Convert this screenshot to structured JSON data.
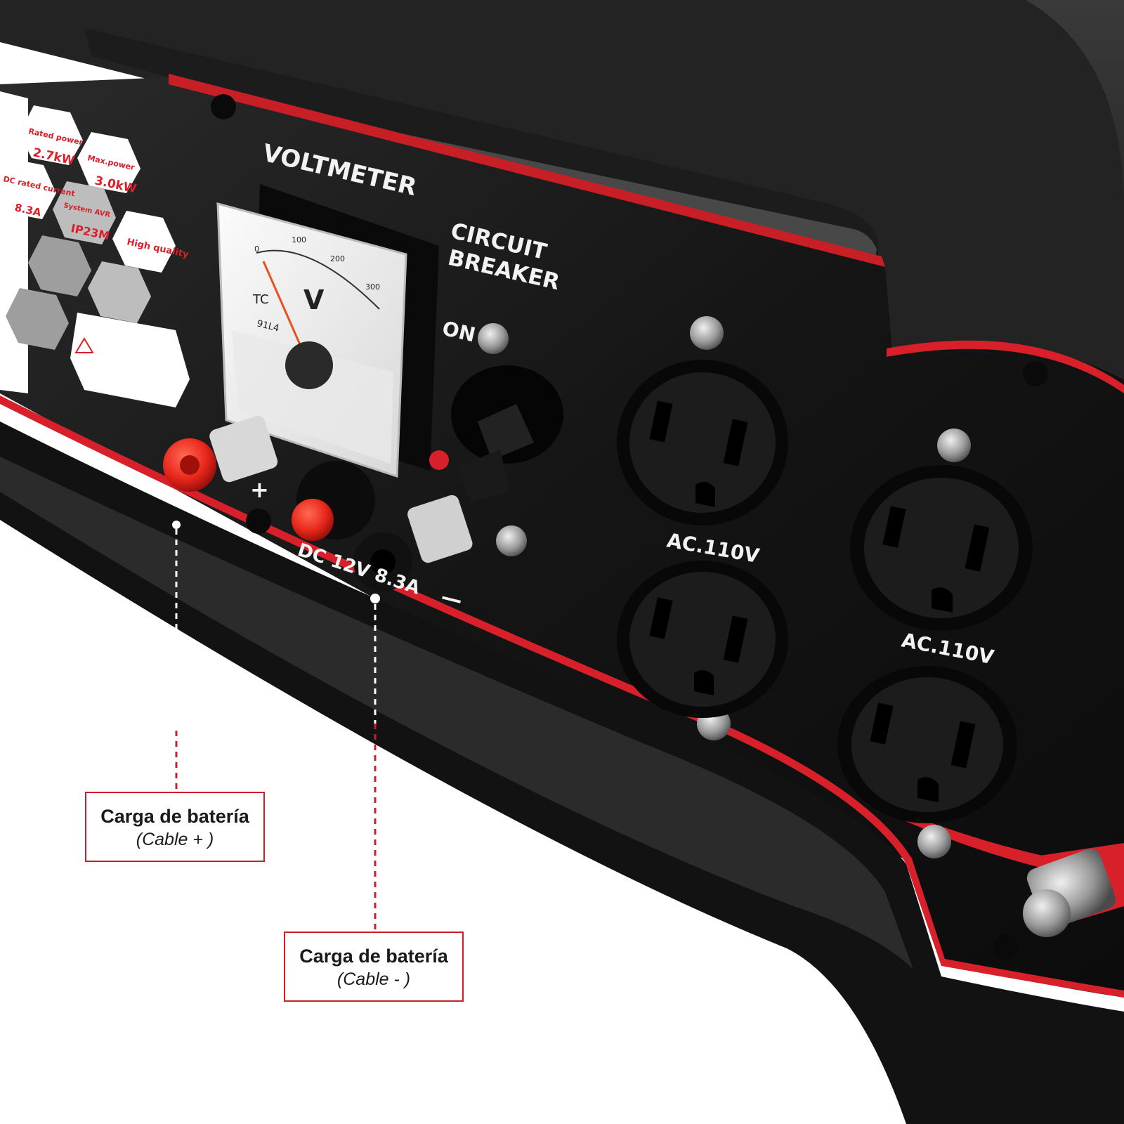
{
  "panel": {
    "voltmeter_label": "VOLTMETER",
    "circuit_label_1": "CIRCUIT",
    "circuit_label_2": "BREAKER",
    "on_label": "ON",
    "meter_unit": "V",
    "meter_model": "91L4",
    "meter_brand": "TC",
    "meter_ticks": [
      "0",
      "100",
      "200",
      "300"
    ],
    "outlet_label_1": "AC.110V",
    "outlet_label_2": "AC.110V",
    "dc_label": "DC 12V 8.3A",
    "plus_sign": "+",
    "minus_sign": "—"
  },
  "spec_hexes": [
    {
      "title": "Rated power",
      "value": "2.7kW"
    },
    {
      "title": "Max.power",
      "value": "3.0kW"
    },
    {
      "title": "DC rated current",
      "value": "8.3A"
    },
    {
      "title": "System AVR",
      "value": "IP23M"
    },
    {
      "title": "High quality",
      "value": ""
    }
  ],
  "callouts": [
    {
      "title": "Carga de batería",
      "subtitle": "(Cable + )"
    },
    {
      "title": "Carga de batería",
      "subtitle": "(Cable - )"
    }
  ],
  "colors": {
    "body": "#161616",
    "accent_red": "#d8202a",
    "callout_border": "#c8202a"
  }
}
